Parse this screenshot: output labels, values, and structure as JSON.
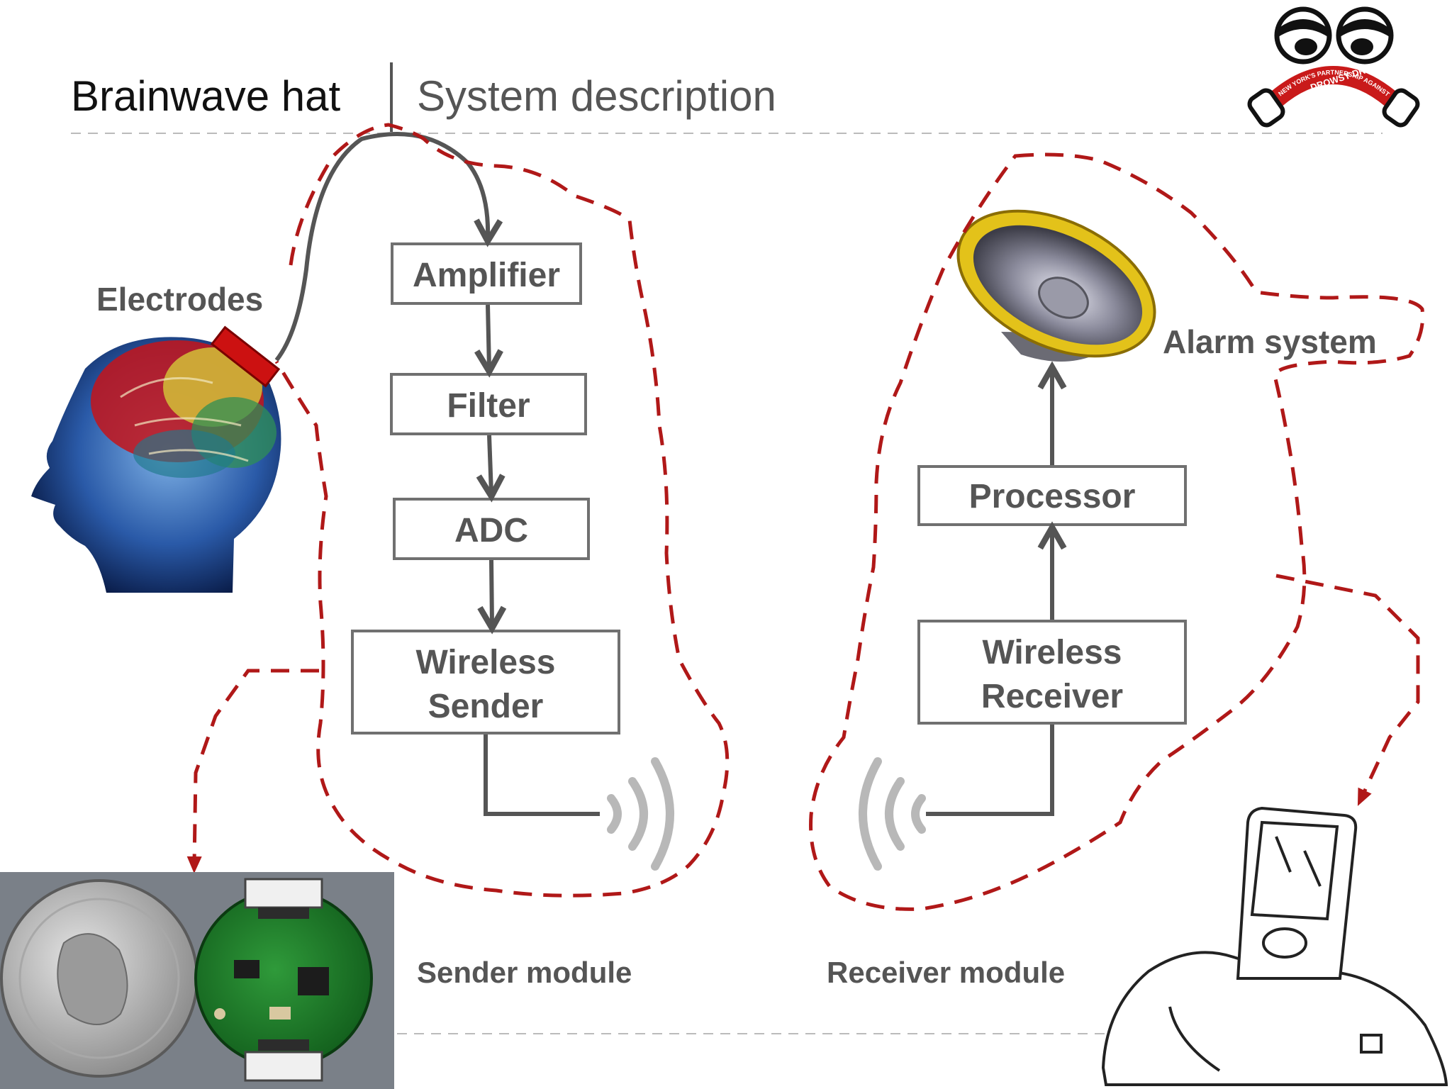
{
  "header": {
    "title": "Brainwave hat",
    "subtitle": "System description"
  },
  "logo": {
    "text_top": "NEW YORK'S PARTNERSHIP AGAINST",
    "text_bottom": "DROWSY DRIVING"
  },
  "labels": {
    "electrodes": "Electrodes",
    "alarm_system": "Alarm system",
    "sender_module": "Sender module",
    "receiver_module": "Receiver module"
  },
  "sender_chain": {
    "amplifier": "Amplifier",
    "filter": "Filter",
    "adc": "ADC",
    "wireless_sender_line1": "Wireless",
    "wireless_sender_line2": "Sender"
  },
  "receiver_chain": {
    "processor": "Processor",
    "wireless_receiver_line1": "Wireless",
    "wireless_receiver_line2": "Receiver"
  },
  "colors": {
    "boundary": "#b01818",
    "flow": "#555555",
    "speaker_rim": "#e3c21a",
    "electrode": "#cc1111"
  },
  "icons": [
    "brain-head-image",
    "speaker-icon",
    "wireless-wave-icon",
    "coin-circuit-photo",
    "phone-dock-icon",
    "drowsy-eyes-logo"
  ]
}
